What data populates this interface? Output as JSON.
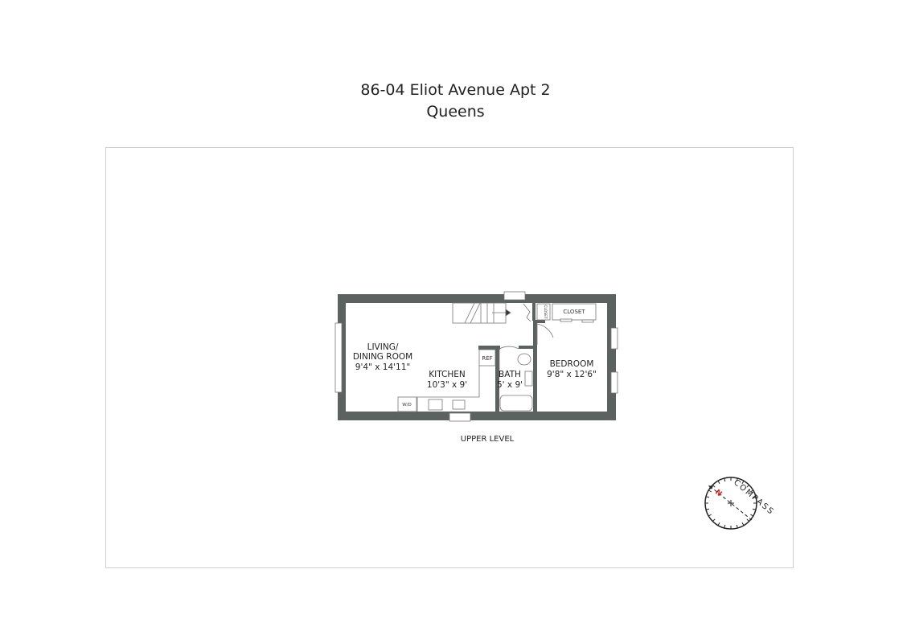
{
  "header": {
    "address": "86-04 Eliot Avenue Apt 2",
    "borough": "Queens"
  },
  "floorplan": {
    "level_label": "UPPER LEVEL",
    "wall_color": "#5b6260",
    "rooms": [
      {
        "name_line1": "LIVING/",
        "name_line2": "DINING ROOM",
        "dimensions": "9'4\" x 14'11\""
      },
      {
        "name": "KITCHEN",
        "dimensions": "10'3\" x 9'"
      },
      {
        "name": "BATH",
        "dimensions": "5' x 9'"
      },
      {
        "name": "BEDROOM",
        "dimensions": "9'8\" x 12'6\""
      }
    ],
    "fixtures": {
      "closet_small": "CLOSET",
      "closet": "CLOSET",
      "ref": "REF",
      "washer_dryer": "W/D"
    }
  },
  "compass": {
    "label": "COMPASS",
    "north": "N",
    "north_color": "#d62020"
  }
}
